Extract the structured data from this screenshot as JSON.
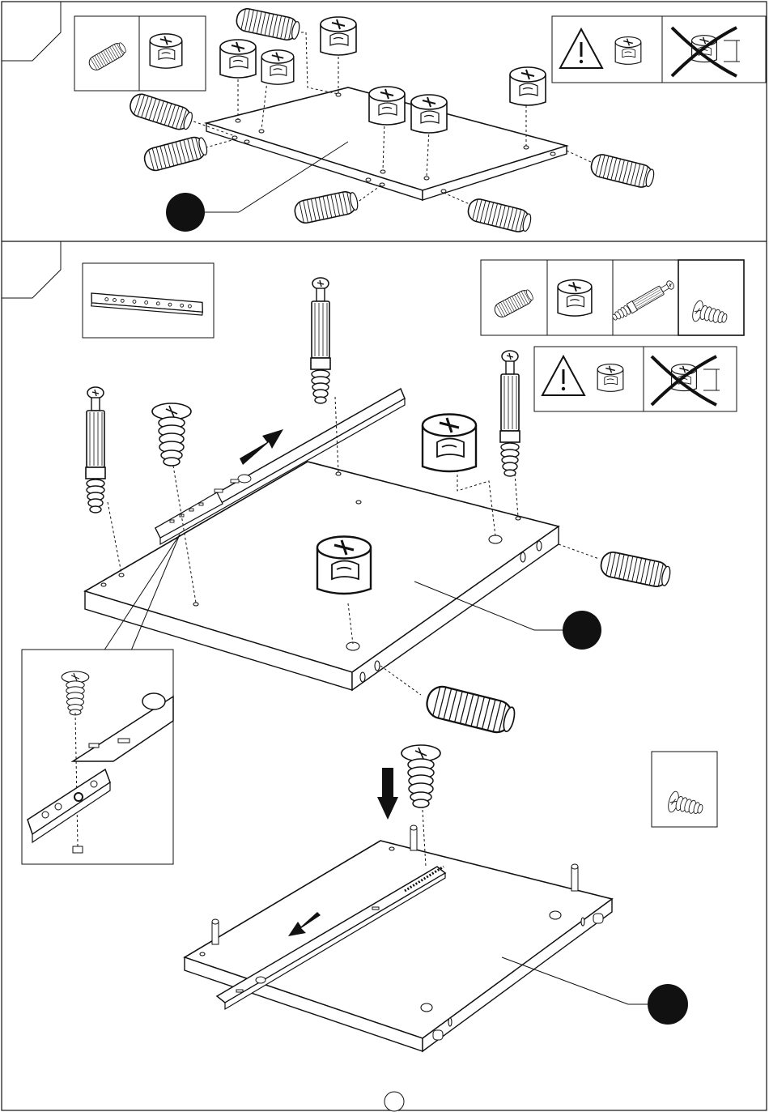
{
  "document": {
    "type": "furniture assembly instructions",
    "page_number": "",
    "steps": [
      {
        "panel": "top",
        "step_label": "",
        "part_callout": "",
        "hardware_box": [
          "wooden-dowel-icon",
          "cam-lock-icon"
        ],
        "warning_box": [
          "warning-triangle-icon",
          "cam-lock-icon",
          "cam-lock-forbidden-icon"
        ],
        "parts": [
          "side-board",
          "wooden-dowel-icon",
          "cam-lock-icon"
        ]
      },
      {
        "panel": "bottom",
        "step_label": "",
        "part_callouts": [
          "",
          ""
        ],
        "hardware_box": [
          "wooden-dowel-icon",
          "cam-lock-icon",
          "cam-bolt-icon",
          "screw-icon"
        ],
        "warning_box": [
          "warning-triangle-icon",
          "cam-lock-icon",
          "cam-lock-forbidden-icon"
        ],
        "rail_box": [
          "drawer-rail-icon"
        ],
        "detail_box": [
          "screw-icon",
          "drawer-rail-icon"
        ],
        "screw_box": [
          "screw-icon"
        ],
        "parts": [
          "side-board",
          "bottom-board",
          "drawer-rail-icon",
          "cam-bolt-icon",
          "screw-icon",
          "cam-lock-icon",
          "wooden-dowel-icon",
          "direction-arrow-icon"
        ]
      }
    ]
  },
  "colors": {
    "ink": "#111111",
    "paper": "#ffffff",
    "shade": "#555555"
  }
}
